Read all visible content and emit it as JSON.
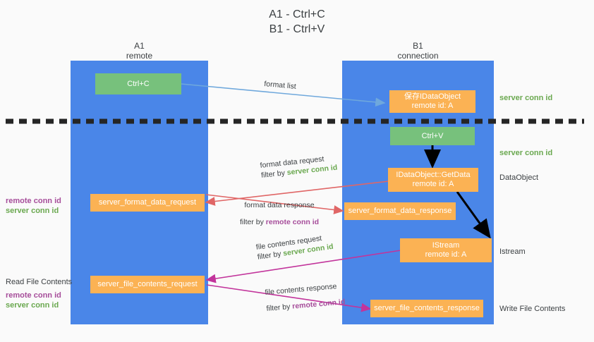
{
  "title": {
    "line1": "A1 - Ctrl+C",
    "line2": "B1 - Ctrl+V"
  },
  "colors": {
    "lane": "#4a86e8",
    "green_box": "#77c17c",
    "orange_box": "#fbb254",
    "server_conn": "#6aa84f",
    "remote_conn": "#a64d9a",
    "red_arrow": "#e06666",
    "magenta_arrow": "#c2349b",
    "blue_arrow": "#6fa8dc",
    "black_arrow": "#000000",
    "background": "#fafafa"
  },
  "columns": [
    {
      "name": "A1",
      "sub": "remote"
    },
    {
      "name": "B1",
      "sub": "connection"
    }
  ],
  "boxes": {
    "ctrl_c": {
      "text": "Ctrl+C"
    },
    "save_idataobject": {
      "line1": "保存IDataObject",
      "line2": "remote id: A"
    },
    "ctrl_v": {
      "text": "Ctrl+V"
    },
    "getdata": {
      "line1": "IDataObject::GetData",
      "line2": "remote id: A"
    },
    "istream": {
      "line1": "IStream",
      "line2": "remote id: A"
    },
    "server_format_data_request": {
      "text": "server_format_data_request"
    },
    "server_format_data_response": {
      "text": "server_format_data_response"
    },
    "server_file_contents_request": {
      "text": "server_file_contents_request"
    },
    "server_file_contents_response": {
      "text": "server_file_contents_response"
    }
  },
  "captions": {
    "format_list": "format list",
    "format_data_request": "format data request",
    "format_data_request_filter_prefix": "filter by ",
    "format_data_request_filter_value": "server conn id",
    "format_data_response": "format data response",
    "format_data_response_filter_prefix": "filter by ",
    "format_data_response_filter_value": "remote conn id",
    "file_contents_request": "file contents request",
    "file_contents_request_filter_prefix": "filter by ",
    "file_contents_request_filter_value": "server conn id",
    "file_contents_response": "file contents response",
    "file_contents_response_filter_prefix": "filter by ",
    "file_contents_response_filter_value": "remote conn id"
  },
  "right_labels": [
    {
      "text": "server conn id",
      "style": "green"
    },
    {
      "text": "server conn id",
      "style": "green"
    },
    {
      "text": "DataObject",
      "style": "dark"
    },
    {
      "text": "Istream",
      "style": "dark"
    },
    {
      "text": "Write File Contents",
      "style": "dark"
    }
  ],
  "left_labels": {
    "group1_remote": "remote conn id",
    "group1_server": "server conn id",
    "read_file_contents": "Read File Contents",
    "group2_remote": "remote conn id",
    "group2_server": "server conn id"
  }
}
